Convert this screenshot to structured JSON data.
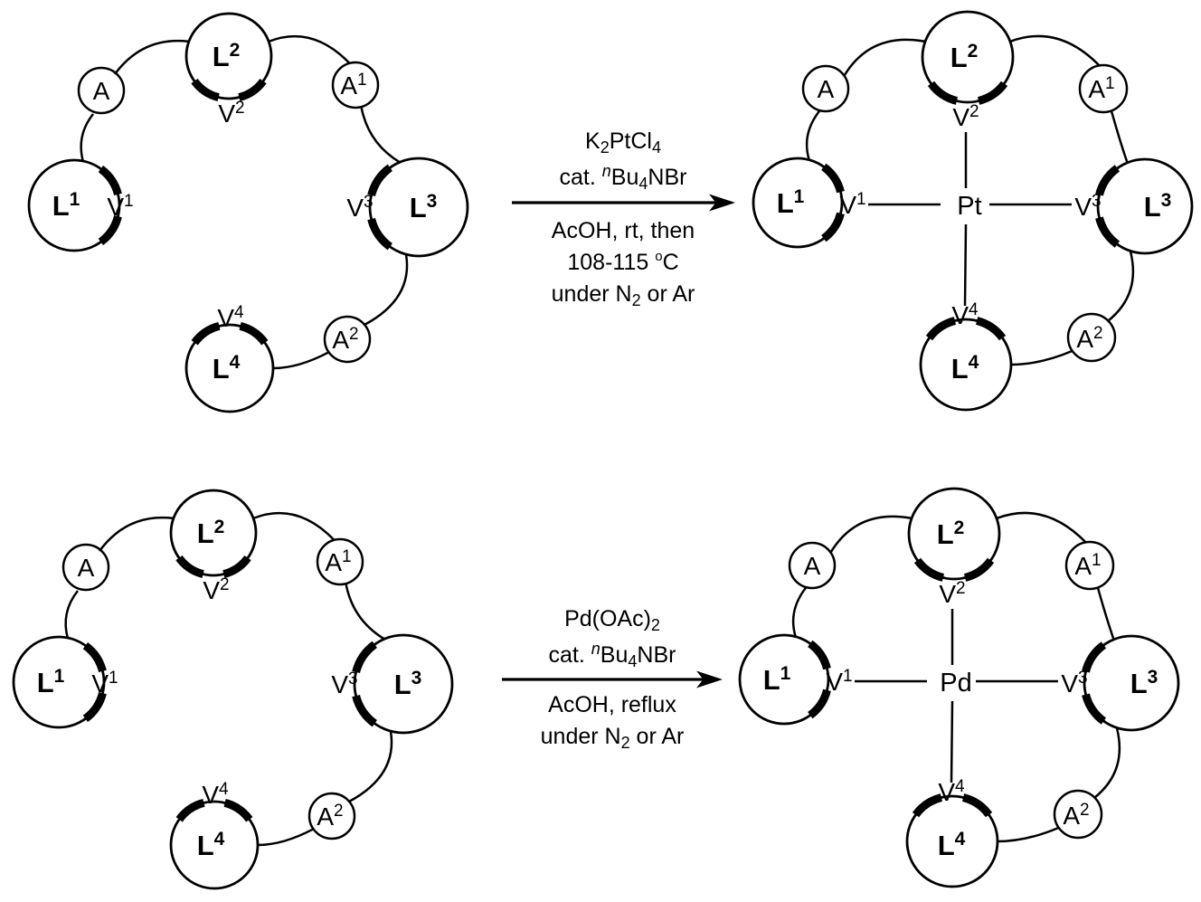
{
  "page": {
    "background": "#ffffff",
    "ink": "#000000"
  },
  "node_labels": {
    "L": "L",
    "V": "V",
    "A": "A",
    "n1": "1",
    "n2": "2",
    "n3": "3",
    "n4": "4"
  },
  "metals": {
    "reaction1": "Pt",
    "reaction2": "Pd"
  },
  "reactions": [
    {
      "reagent": {
        "p0": "K",
        "s0": "2",
        "p1": "PtCl",
        "s1": "4"
      },
      "catalyst": {
        "p0": "cat. ",
        "nsup": "n",
        "p1": "Bu",
        "s1": "4",
        "p2": "NBr"
      },
      "solvent_line": "AcOH, rt, then",
      "temp_line": {
        "p0": "108-115 ",
        "deg": "o",
        "p1": "C"
      },
      "atmosphere_line": {
        "p0": "under N",
        "s0": "2",
        "p1": " or Ar"
      }
    },
    {
      "reagent": {
        "p0": "Pd(OAc)",
        "s0": "2"
      },
      "catalyst": {
        "p0": "cat. ",
        "nsup": "n",
        "p1": "Bu",
        "s1": "4",
        "p2": "NBr"
      },
      "solvent_line": "AcOH, reflux",
      "atmosphere_line": {
        "p0": "under N",
        "s0": "2",
        "p1": " or Ar"
      }
    }
  ]
}
